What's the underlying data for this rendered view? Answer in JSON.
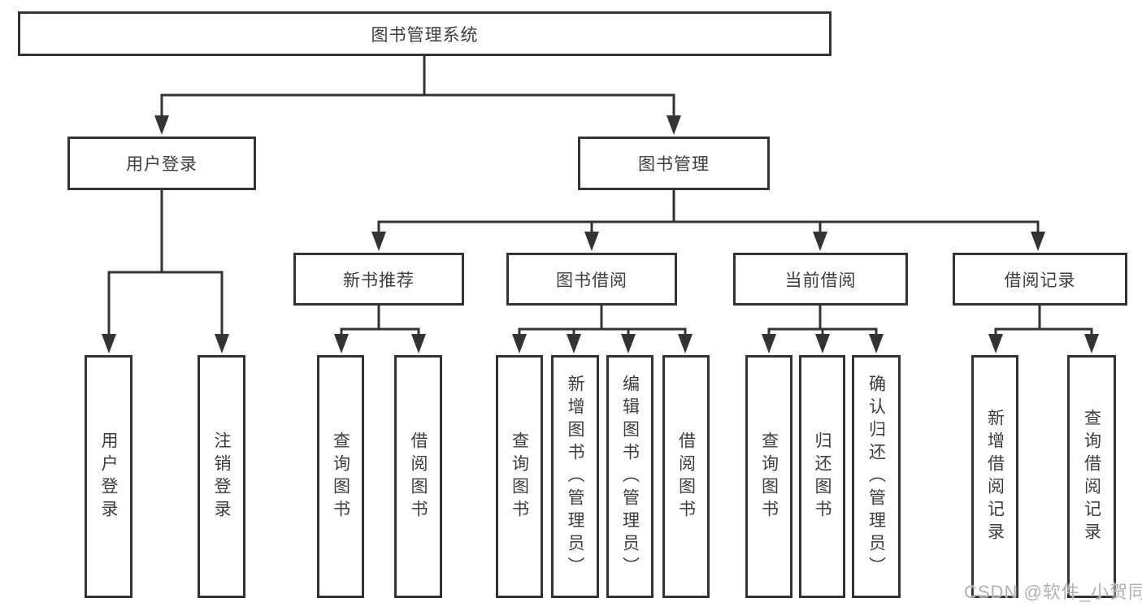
{
  "diagram": {
    "root": {
      "label": "图书管理系统"
    },
    "branches": [
      {
        "label": "用户登录",
        "children": [
          {
            "label": "用户登录"
          },
          {
            "label": "注销登录"
          }
        ]
      },
      {
        "label": "图书管理",
        "children": [
          {
            "label": "新书推荐",
            "children": [
              {
                "label": "查询图书"
              },
              {
                "label": "借阅图书"
              }
            ]
          },
          {
            "label": "图书借阅",
            "children": [
              {
                "label": "查询图书"
              },
              {
                "label": "新增图书（管理员）"
              },
              {
                "label": "编辑图书（管理员）"
              },
              {
                "label": "借阅图书"
              }
            ]
          },
          {
            "label": "当前借阅",
            "children": [
              {
                "label": "查询图书"
              },
              {
                "label": "归还图书"
              },
              {
                "label": "确认归还（管理员）"
              }
            ]
          },
          {
            "label": "借阅记录",
            "children": [
              {
                "label": "新增借阅记录"
              },
              {
                "label": "查询借阅记录"
              }
            ]
          }
        ]
      }
    ]
  },
  "watermark": {
    "text": "CSDN @软件_小贺同学"
  },
  "colors": {
    "line": "#333333",
    "node_border": "#333333",
    "node_text": "#3d3d3d",
    "watermark_text": "#b1b1b1",
    "background": "#ffffff"
  }
}
